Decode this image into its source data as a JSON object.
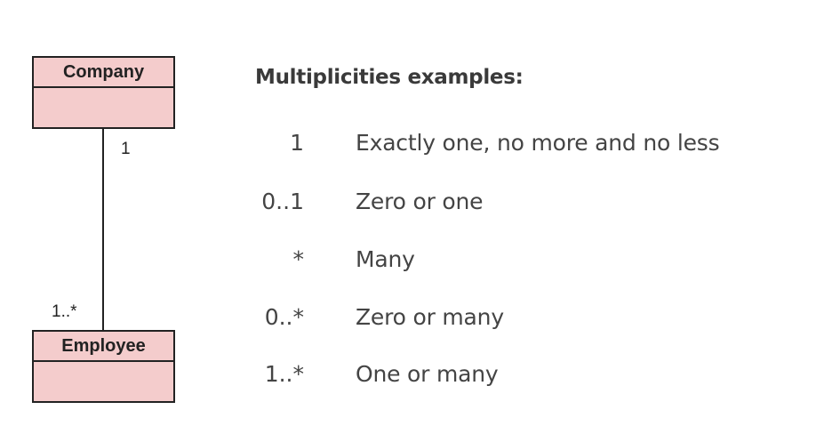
{
  "diagram": {
    "classes": [
      {
        "name": "Company"
      },
      {
        "name": "Employee"
      }
    ],
    "association": {
      "company_end_multiplicity": "1",
      "employee_end_multiplicity": "1..*"
    },
    "colors": {
      "class_fill": "#f4cccc",
      "line": "#222222",
      "text": "#444444"
    }
  },
  "examples": {
    "title": "Multiplicities examples:",
    "rows": [
      {
        "multiplicity": "1",
        "description": "Exactly one, no more and no less"
      },
      {
        "multiplicity": "0..1",
        "description": "Zero or one"
      },
      {
        "multiplicity": "*",
        "description": "Many"
      },
      {
        "multiplicity": "0..*",
        "description": "Zero or many"
      },
      {
        "multiplicity": "1..*",
        "description": "One or many"
      }
    ]
  }
}
